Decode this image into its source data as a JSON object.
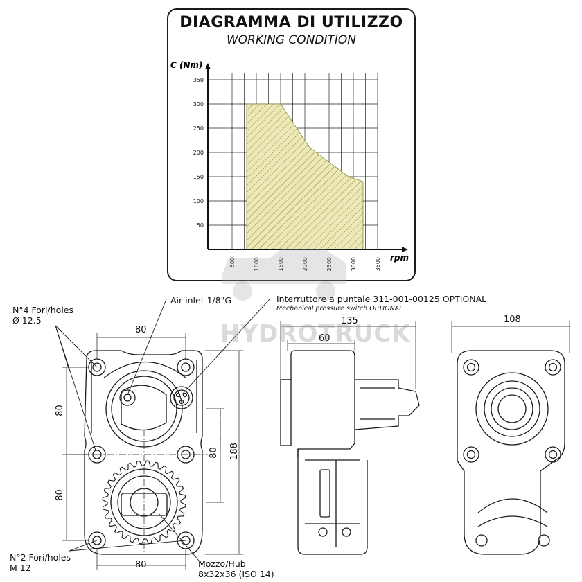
{
  "chart_data": {
    "type": "area",
    "title": "DIAGRAMMA DI UTILIZZO",
    "subtitle": "WORKING CONDITION",
    "ylabel": "C (Nm)",
    "xlabel": "rpm",
    "x_ticks": [
      500,
      1000,
      1500,
      2000,
      2500,
      3000,
      3500
    ],
    "y_ticks": [
      50,
      100,
      150,
      200,
      250,
      300,
      350
    ],
    "xlim": [
      0,
      3500
    ],
    "ylim": [
      0,
      350
    ],
    "grid": true,
    "region": {
      "x": [
        800,
        800,
        1500,
        2100,
        2900,
        3200,
        3200
      ],
      "y": [
        0,
        300,
        300,
        210,
        150,
        140,
        0
      ]
    },
    "colors": {
      "fill": "#ece8b8",
      "hatch": "#8a8a3a",
      "grid": "#222222"
    }
  },
  "labels": {
    "holes4_line1": "N°4 Fori/holes",
    "holes4_line2": "Ø 12.5",
    "air_inlet": "Air inlet 1/8\"G",
    "switch_line1": "Interruttore a puntale 311-001-00125 OPTIONAL",
    "switch_line2": "Mechanical pressure switch OPTIONAL",
    "holes2_line1": "N°2 Fori/holes",
    "holes2_line2": "M 12",
    "hub_line1": "Mozzo/Hub",
    "hub_line2": "8x32x36 (ISO 14)"
  },
  "dimensions": {
    "front_top_width": "80",
    "front_bottom_width": "80",
    "front_upper_height": "80",
    "front_lower_height": "80",
    "front_inner_height": "80",
    "front_total_height": "188",
    "side_total_width": "135",
    "side_partial_width": "60",
    "rear_width": "108"
  },
  "watermark": "HYDROTRUCK"
}
